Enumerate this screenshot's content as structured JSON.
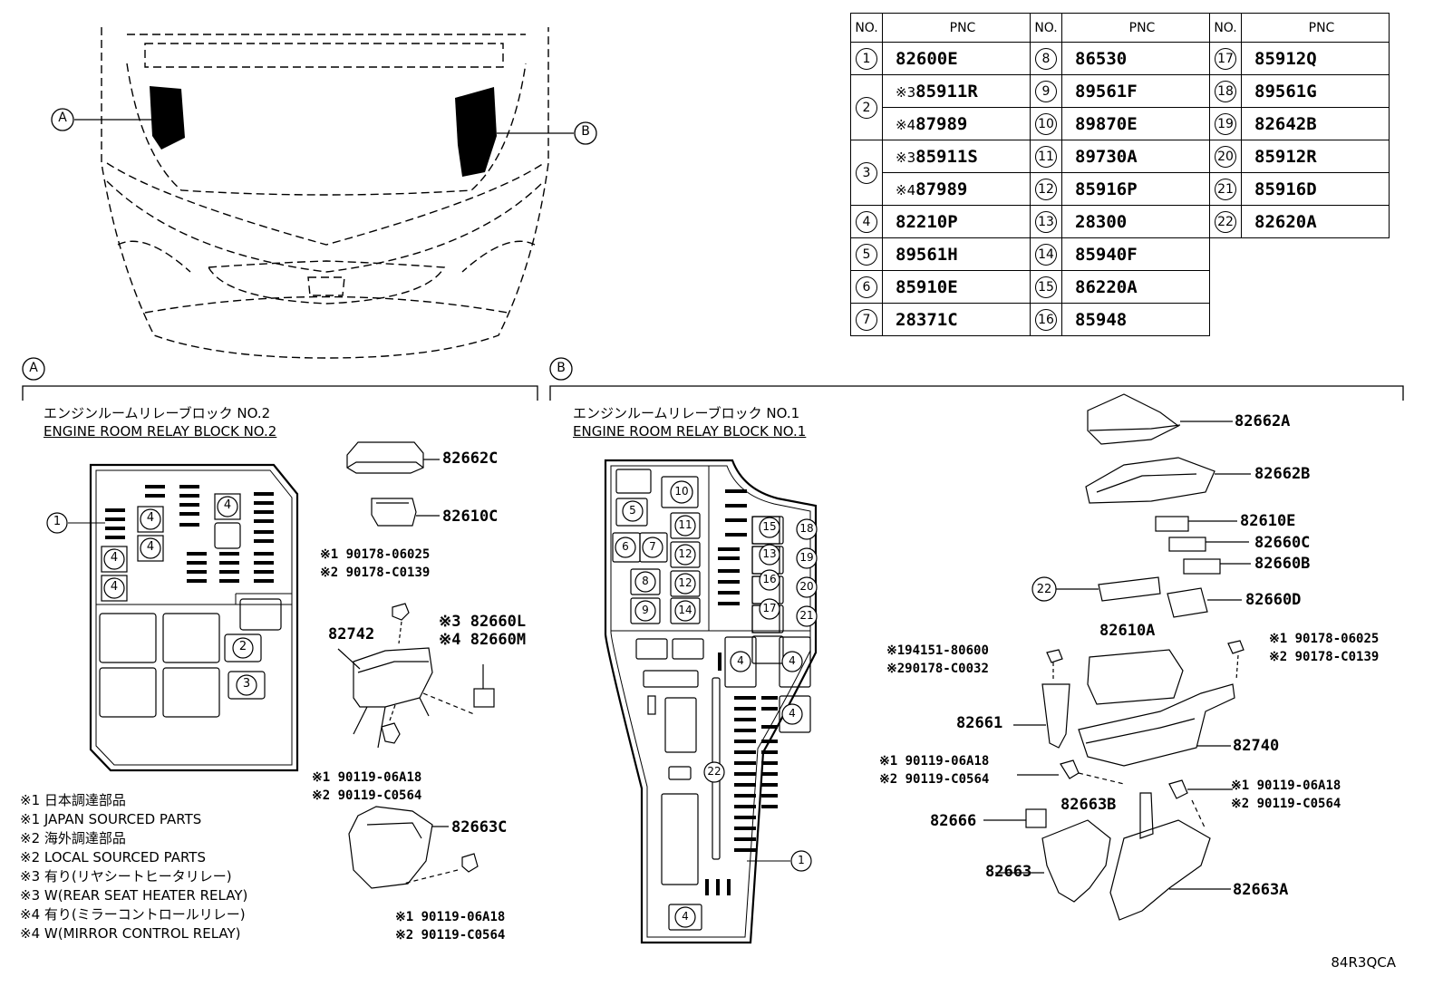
{
  "parts_table": {
    "headers": {
      "no": "NO.",
      "pnc": "PNC"
    },
    "col1": [
      {
        "no": "1",
        "rows": [
          {
            "mark": "",
            "pnc": "82600E"
          }
        ]
      },
      {
        "no": "2",
        "rows": [
          {
            "mark": "※3",
            "pnc": "85911R"
          },
          {
            "mark": "※4",
            "pnc": "87989"
          }
        ]
      },
      {
        "no": "3",
        "rows": [
          {
            "mark": "※3",
            "pnc": "85911S"
          },
          {
            "mark": "※4",
            "pnc": "87989"
          }
        ]
      },
      {
        "no": "4",
        "rows": [
          {
            "mark": "",
            "pnc": "82210P"
          }
        ]
      },
      {
        "no": "5",
        "rows": [
          {
            "mark": "",
            "pnc": "89561H"
          }
        ]
      },
      {
        "no": "6",
        "rows": [
          {
            "mark": "",
            "pnc": "85910E"
          }
        ]
      },
      {
        "no": "7",
        "rows": [
          {
            "mark": "",
            "pnc": "28371C"
          }
        ]
      }
    ],
    "col2": [
      {
        "no": "8",
        "pnc": "86530"
      },
      {
        "no": "9",
        "pnc": "89561F"
      },
      {
        "no": "10",
        "pnc": "89870E"
      },
      {
        "no": "11",
        "pnc": "89730A"
      },
      {
        "no": "12",
        "pnc": "85916P"
      },
      {
        "no": "13",
        "pnc": "28300"
      },
      {
        "no": "14",
        "pnc": "85940F"
      },
      {
        "no": "15",
        "pnc": "86220A"
      },
      {
        "no": "16",
        "pnc": "85948"
      }
    ],
    "col3": [
      {
        "no": "17",
        "pnc": "85912Q"
      },
      {
        "no": "18",
        "pnc": "89561G"
      },
      {
        "no": "19",
        "pnc": "82642B"
      },
      {
        "no": "20",
        "pnc": "85912R"
      },
      {
        "no": "21",
        "pnc": "85916D"
      },
      {
        "no": "22",
        "pnc": "82620A"
      }
    ]
  },
  "overview": {
    "callout_a": "A",
    "callout_b": "B"
  },
  "section_a": {
    "marker": "A",
    "title_jp": "エンジンルームリレーブロック NO.2",
    "title_en": "ENGINE ROOM RELAY BLOCK NO.2",
    "block_labels": {
      "one": "1",
      "two": "2",
      "three": "3",
      "four": "4"
    },
    "parts": {
      "p82662C": "82662C",
      "p82610C": "82610C",
      "p82742": "82742",
      "p82660L": "※3 82660L",
      "p82660M": "※4 82660M",
      "nut1": "※1 90178-06025",
      "nut2": "※2 90178-C0139",
      "bolt1": "※1 90119-06A18",
      "bolt2": "※2 90119-C0564",
      "p82663C": "82663C",
      "bolt3": "※1 90119-06A18",
      "bolt4": "※2 90119-C0564"
    },
    "notes": [
      "※1 日本調達部品",
      "※1 JAPAN SOURCED PARTS",
      "※2 海外調達部品",
      "※2 LOCAL SOURCED PARTS",
      "※3 有り(リヤシートヒータリレー)",
      "※3 W(REAR SEAT HEATER RELAY)",
      "※4 有り(ミラーコントロールリレー)",
      "※4 W(MIRROR CONTROL RELAY)"
    ]
  },
  "section_b": {
    "marker": "B",
    "title_jp": "エンジンルームリレーブロック NO.1",
    "title_en": "ENGINE ROOM RELAY BLOCK NO.1",
    "block_labels": [
      "10",
      "5",
      "11",
      "6",
      "7",
      "12",
      "8",
      "12",
      "9",
      "14",
      "15",
      "18",
      "13",
      "19",
      "16",
      "20",
      "17",
      "21",
      "4",
      "4",
      "4",
      "22",
      "1",
      "4"
    ],
    "parts": {
      "p82662A": "82662A",
      "p82662B": "82662B",
      "p82610E": "82610E",
      "p82660C": "82660C",
      "p82660B": "82660B",
      "p82660D": "82660D",
      "c22": "22",
      "p82610A": "82610A",
      "s94151": "※194151-80600",
      "s90178a": "※290178-C0032",
      "nutR1": "※1 90178-06025",
      "nutR2": "※2 90178-C0139",
      "p82661": "82661",
      "p82740": "82740",
      "boltL1": "※1 90119-06A18",
      "boltL2": "※2 90119-C0564",
      "boltR1": "※1 90119-06A18",
      "boltR2": "※2 90119-C0564",
      "p82663B": "82663B",
      "p82666": "82666",
      "p82663": "82663",
      "p82663A": "82663A"
    }
  },
  "figure_code": "84R3QCA"
}
